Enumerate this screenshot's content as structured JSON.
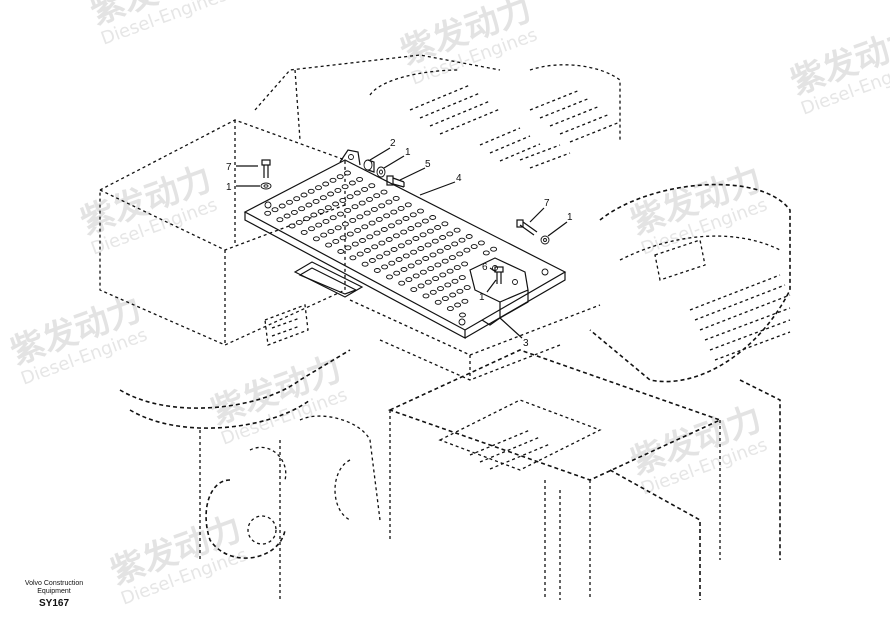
{
  "watermark": {
    "brand_cn": "紫发动力",
    "brand_en": "Diesel-Engines"
  },
  "callouts": {
    "c1_a": "1",
    "c1_b": "1",
    "c1_c": "1",
    "c1_d": "1",
    "c2": "2",
    "c3": "3",
    "c4": "4",
    "c5": "5",
    "c6": "6",
    "c7_a": "7",
    "c7_b": "7"
  },
  "footer": {
    "line1": "Volvo Construction",
    "line2": "Equipment",
    "code": "SY167"
  },
  "colors": {
    "line": "#111111",
    "watermark": "#e3e3e3",
    "background": "#ffffff"
  }
}
